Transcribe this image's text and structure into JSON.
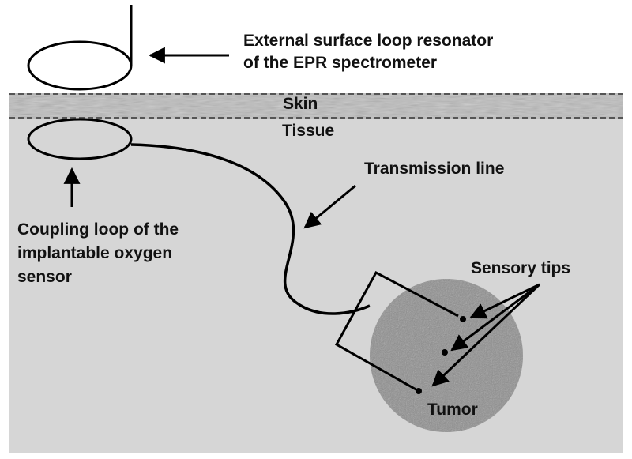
{
  "labels": {
    "external_resonator_line1": "External surface loop resonator",
    "external_resonator_line2": "of the EPR spectrometer",
    "skin": "Skin",
    "tissue": "Tissue",
    "transmission_line": "Transmission line",
    "coupling_line1": "Coupling  loop of the",
    "coupling_line2": "implantable oxygen",
    "coupling_line3": "sensor",
    "sensory_tips": "Sensory tips",
    "tumor": "Tumor"
  },
  "colors": {
    "tissue_fill": "#d6d6d6",
    "skin_band": "#bdbdbd",
    "tumor_fill": "#8c8c8c",
    "stroke": "#000000"
  }
}
